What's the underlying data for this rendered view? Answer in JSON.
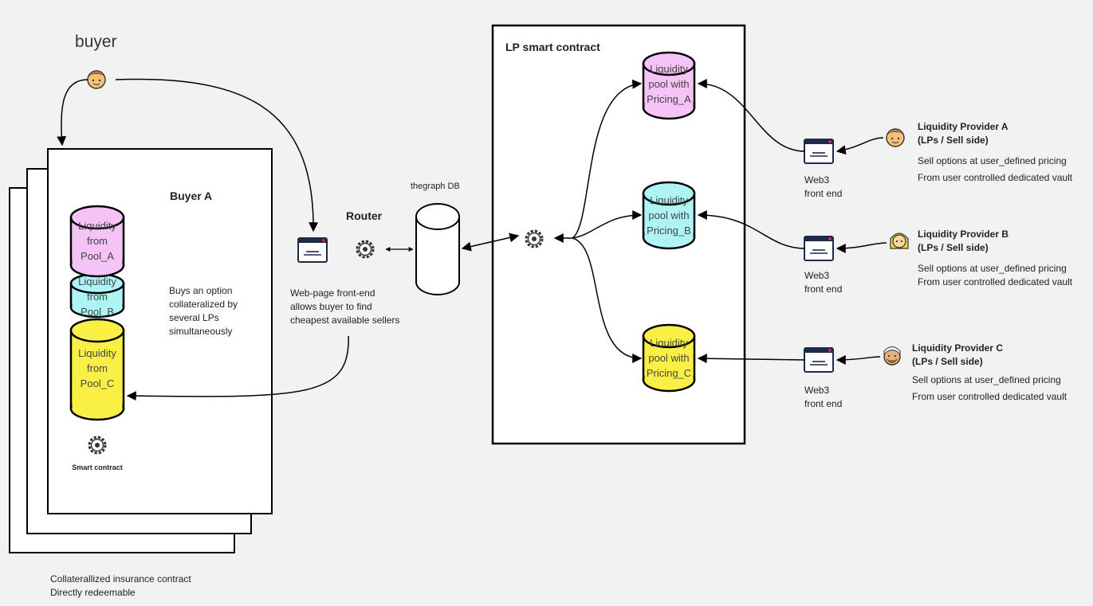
{
  "buyer_label": "buyer",
  "buyer_a": {
    "title": "Buyer A",
    "description": [
      "Buys an option",
      "collateralized by",
      "several LPs",
      "simultaneously"
    ],
    "pools": [
      {
        "lines": [
          "Liquidity",
          "from",
          "Pool_A"
        ],
        "color": "#f5c3f5"
      },
      {
        "lines": [
          "Liquidity",
          "from",
          "Pool_B"
        ],
        "color": "#aef4f4"
      },
      {
        "lines": [
          "Liquidity",
          "from",
          "Pool_C"
        ],
        "color": "#faf045"
      }
    ],
    "smart_contract_label": "Smart contract",
    "footer": [
      "Collaterallized insurance contract",
      "Directly redeemable"
    ]
  },
  "router": {
    "title": "Router",
    "frontend_desc": [
      "Web-page front-end",
      "allows buyer to find",
      "cheapest available sellers"
    ]
  },
  "thegraph_label": "thegraph DB",
  "lp_contract": {
    "title": "LP smart contract",
    "pools": [
      {
        "lines": [
          "Liquidity",
          "pool with",
          "Pricing_A"
        ],
        "color": "#f5c3f5"
      },
      {
        "lines": [
          "Liquidity",
          "pool with",
          "Pricing_B"
        ],
        "color": "#aef4f4"
      },
      {
        "lines": [
          "Liquidity",
          "pool with",
          "Pricing_C"
        ],
        "color": "#faf045"
      }
    ]
  },
  "providers": [
    {
      "name": "Liquidity Provider  A",
      "side": "(LPs / Sell side)",
      "line1": "Sell options at user_defined pricing",
      "line2": "From user controlled dedicated vault",
      "frontend": [
        "Web3",
        "front end"
      ]
    },
    {
      "name": "Liquidity Provider B",
      "side": "(LPs / Sell side)",
      "line1": "Sell options at user_defined pricing",
      "line2": "From user controlled dedicated vault",
      "frontend": [
        "Web3",
        "front end"
      ]
    },
    {
      "name": "Liquidity Provider C",
      "side": "(LPs / Sell side)",
      "line1": "Sell options at user_defined pricing",
      "line2": "From user controlled dedicated vault",
      "frontend": [
        "Web3",
        "front end"
      ]
    }
  ]
}
